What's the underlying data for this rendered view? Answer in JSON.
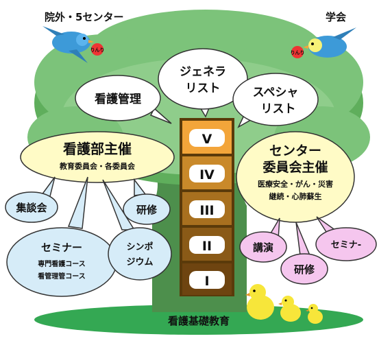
{
  "corners": {
    "left": "院外・5センター",
    "right": "学会"
  },
  "bird_tag": "りんり",
  "crown_bubbles": {
    "management": "看護管理",
    "generalist": [
      "ジェネラ",
      "リスト"
    ],
    "specialist": [
      "スペシャ",
      "リスト"
    ]
  },
  "ladder": {
    "levels": [
      "V",
      "IV",
      "III",
      "II",
      "I"
    ],
    "colors": [
      "#f3a53a",
      "#c9892a",
      "#a8701f",
      "#8a5a17",
      "#6e4410"
    ]
  },
  "left_hub": {
    "title": "看護部主催",
    "subtitle": "教育委員会・各委員会"
  },
  "left_items": {
    "meeting": "集談会",
    "training": "研修",
    "seminar": {
      "title": "セミナー",
      "lines": [
        "専門看護コース",
        "看管理管コース"
      ]
    },
    "symposium": [
      "シンポ",
      "ジウム"
    ]
  },
  "right_hub": {
    "title": [
      "センター",
      "委員会主催"
    ],
    "lines": [
      "医療安全・がん・災害",
      "継続・心肺蘇生"
    ]
  },
  "right_items": {
    "lecture": "講演",
    "training": "研修",
    "seminar": "セミナ-"
  },
  "ground_label": "看護基礎教育",
  "colors": {
    "foliage": "#7cc37a",
    "foliage_dark": "#4f9a4d",
    "trunk": "#4a8a4a",
    "ground": "#34a853",
    "hub_fill": "#fffbc6",
    "item_fill": "#d6ecf8",
    "pink_fill": "#f5c6ee"
  }
}
